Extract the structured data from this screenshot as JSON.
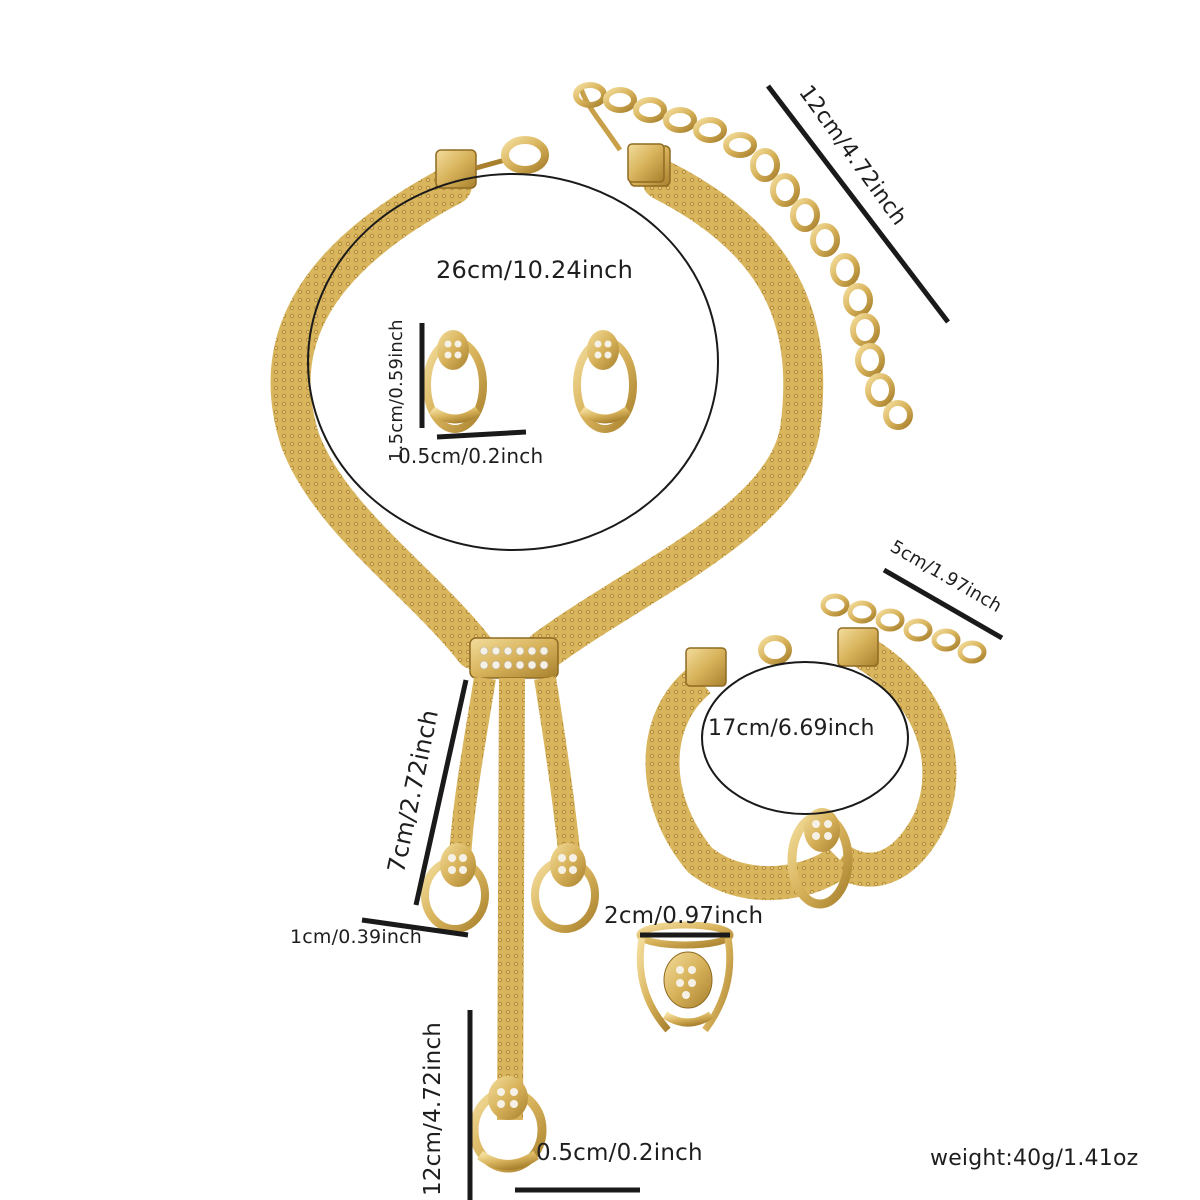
{
  "measurements": {
    "necklace_length": "26cm/10.24inch",
    "extender_length": "12cm/4.72inch",
    "earring_height": "1.5cm/0.59inch",
    "earring_width": "0.5cm/0.2inch",
    "tassel_length": "7cm/2.72inch",
    "tassel_drop_width": "1cm/0.39inch",
    "pendant_length": "12cm/4.72inch",
    "pendant_width": "0.5cm/0.2inch",
    "bracelet_length": "17cm/6.69inch",
    "bracelet_extender": "5cm/1.97inch",
    "ring_width": "2cm/0.97inch"
  },
  "weight": "weight:40g/1.41oz",
  "colors": {
    "gold": "#d9b65e",
    "gold_dark": "#a8802e",
    "gold_light": "#f1dc9a",
    "line": "#1a1a1a"
  }
}
